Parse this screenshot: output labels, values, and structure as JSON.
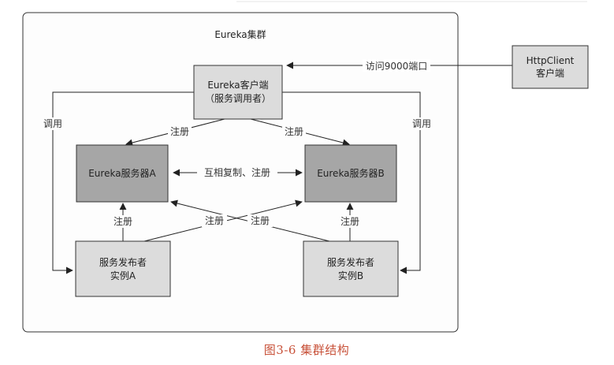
{
  "cluster": {
    "title": "Eureka集群"
  },
  "nodes": {
    "client": {
      "line1": "Eureka客户端",
      "line2": "（服务调用者）"
    },
    "server_a": {
      "label": "Eureka服务器A"
    },
    "server_b": {
      "label": "Eureka服务器B"
    },
    "publisher_a": {
      "line1": "服务发布者",
      "line2": "实例A"
    },
    "publisher_b": {
      "line1": "服务发布者",
      "line2": "实例B"
    },
    "http_client": {
      "line1": "HttpClient",
      "line2": "客户端"
    }
  },
  "edges": {
    "access_port": "访问9000端口",
    "call_left": "调用",
    "call_right": "调用",
    "register_client_a": "注册",
    "register_client_b": "注册",
    "replicate": "互相复制、注册",
    "register_pub_a_up": "注册",
    "register_pub_b_up": "注册",
    "register_cross_1": "注册",
    "register_cross_2": "注册"
  },
  "caption": "图3-6 集群结构",
  "colors": {
    "light_box": "#dcdcdc",
    "dark_box": "#a6a6a6",
    "stroke": "#333333",
    "caption": "#c8523a"
  }
}
